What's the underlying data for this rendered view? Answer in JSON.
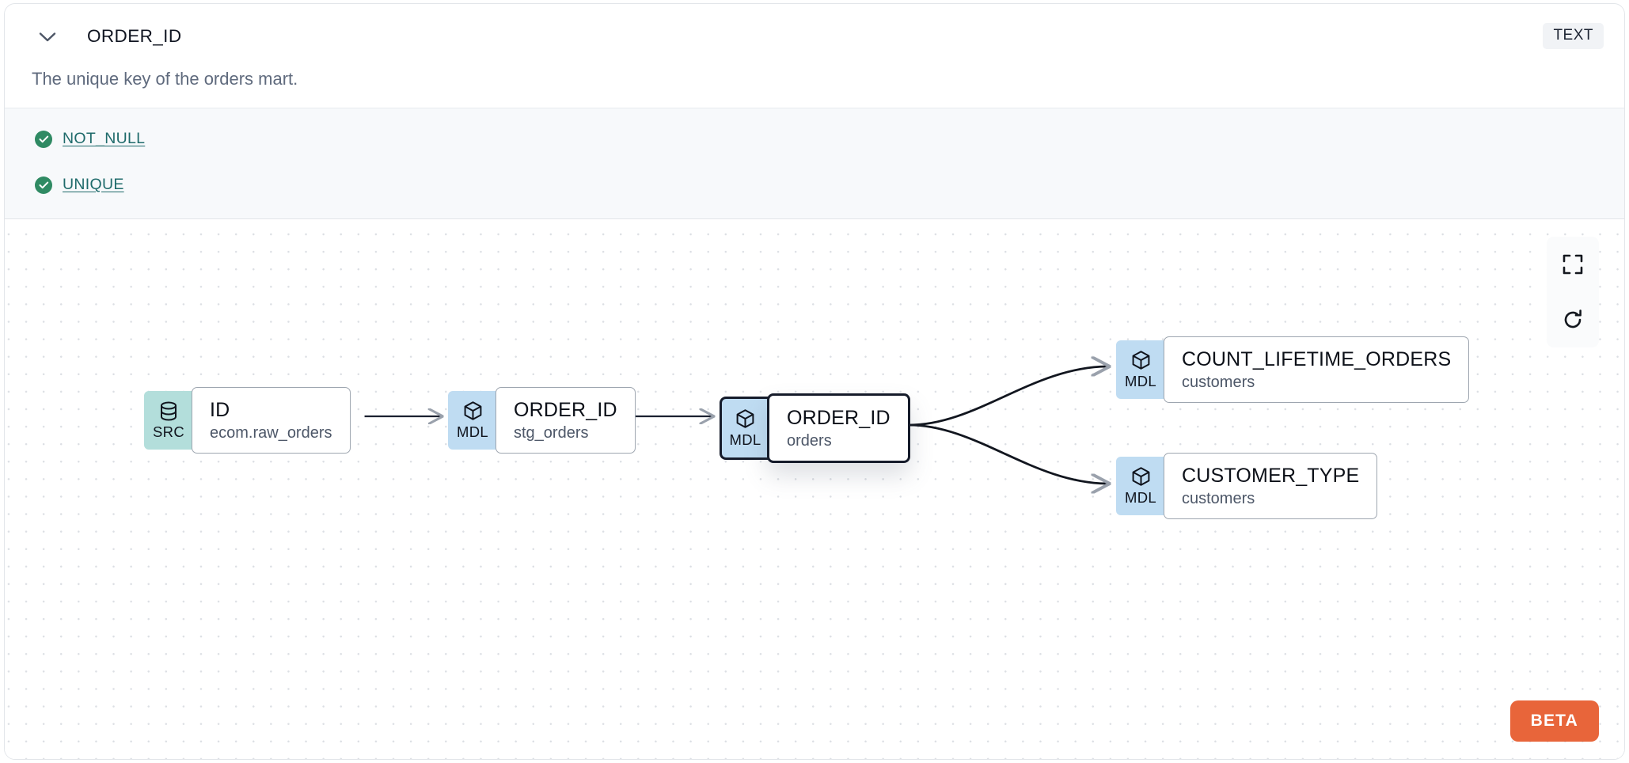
{
  "header": {
    "collapse_icon": "chevron-down-icon",
    "title": "ORDER_ID",
    "type_badge": "TEXT"
  },
  "description": "The unique key of the orders mart.",
  "tests": {
    "items": [
      {
        "icon": "check-circle-icon",
        "label": "NOT_NULL",
        "status": "pass"
      },
      {
        "icon": "check-circle-icon",
        "label": "UNIQUE",
        "status": "pass"
      }
    ]
  },
  "lineage": {
    "nodes": [
      {
        "id": "src-id",
        "badge": "SRC",
        "badge_icon": "database-icon",
        "name": "ID",
        "sub": "ecom.raw_orders",
        "selected": false
      },
      {
        "id": "stg-order-id",
        "badge": "MDL",
        "badge_icon": "cube-icon",
        "name": "ORDER_ID",
        "sub": "stg_orders",
        "selected": false
      },
      {
        "id": "orders",
        "badge": "MDL",
        "badge_icon": "cube-icon",
        "name": "ORDER_ID",
        "sub": "orders",
        "selected": true
      },
      {
        "id": "count-life",
        "badge": "MDL",
        "badge_icon": "cube-icon",
        "name": "COUNT_LIFETIME_ORDERS",
        "sub": "customers",
        "selected": false
      },
      {
        "id": "cust-type",
        "badge": "MDL",
        "badge_icon": "cube-icon",
        "name": "CUSTOMER_TYPE",
        "sub": "customers",
        "selected": false
      }
    ],
    "edges": [
      {
        "from": "src-id",
        "to": "stg-order-id",
        "style": "straight"
      },
      {
        "from": "stg-order-id",
        "to": "orders",
        "style": "straight"
      },
      {
        "from": "orders",
        "to": "count-life",
        "style": "bezier"
      },
      {
        "from": "orders",
        "to": "cust-type",
        "style": "bezier"
      }
    ],
    "controls": [
      {
        "name": "fullscreen-button",
        "icon": "fullscreen-icon"
      },
      {
        "name": "refresh-button",
        "icon": "refresh-icon"
      }
    ],
    "beta_label": "BETA"
  },
  "colors": {
    "src_badge": "#b3dedb",
    "mdl_badge": "#bfdcf2",
    "test_pass": "#2f8a63",
    "test_link": "#1f6b6b",
    "beta": "#e8653a",
    "selected_border": "#161c2b",
    "tests_bg": "#f7f9fb"
  }
}
